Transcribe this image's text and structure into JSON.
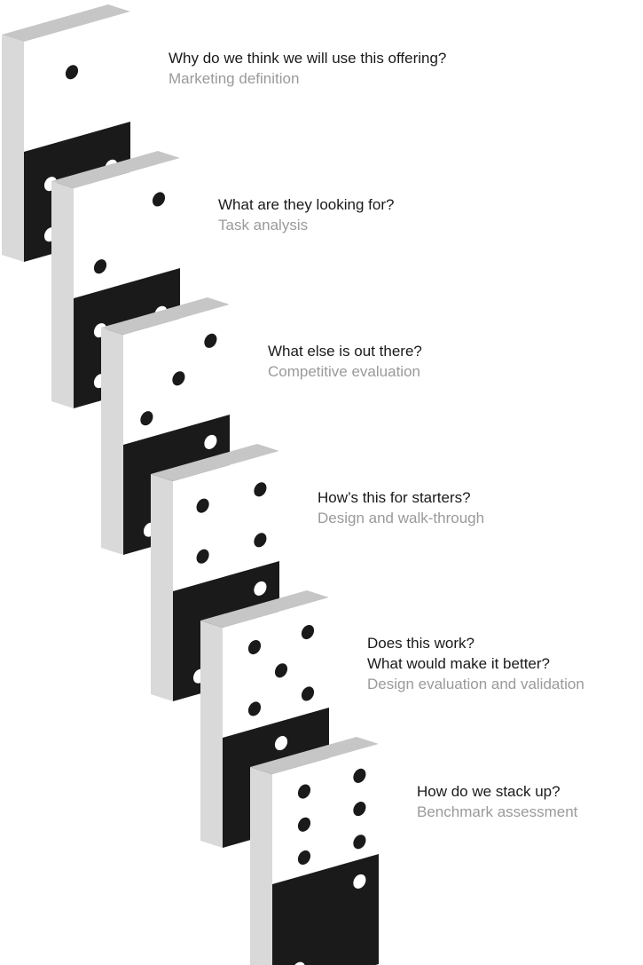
{
  "colors": {
    "face": "#ffffff",
    "side": "#d9d9d9",
    "top": "#c6c6c6",
    "dark": "#1a1a1a",
    "question_text": "#1a1a1a",
    "method_text": "#9a9a9a"
  },
  "steps": [
    {
      "question": "Why do we think we will use this offering?",
      "question2": "",
      "method": "Marketing definition",
      "top_pips": 1,
      "bottom_pips": 4
    },
    {
      "question": "What are they looking for?",
      "question2": "",
      "method": "Task analysis",
      "top_pips": 2,
      "bottom_pips": 4
    },
    {
      "question": "What else is out there?",
      "question2": "",
      "method": "Competitive evaluation",
      "top_pips": 3,
      "bottom_pips": 2
    },
    {
      "question": "How’s this for starters?",
      "question2": "",
      "method": "Design and walk-through",
      "top_pips": 4,
      "bottom_pips": 2
    },
    {
      "question": "Does this work?",
      "question2": "What would make it better?",
      "method": "Design evaluation and validation",
      "top_pips": 5,
      "bottom_pips": 1
    },
    {
      "question": "How do we stack up?",
      "question2": "",
      "method": "Benchmark assessment",
      "top_pips": 6,
      "bottom_pips": 2
    }
  ]
}
